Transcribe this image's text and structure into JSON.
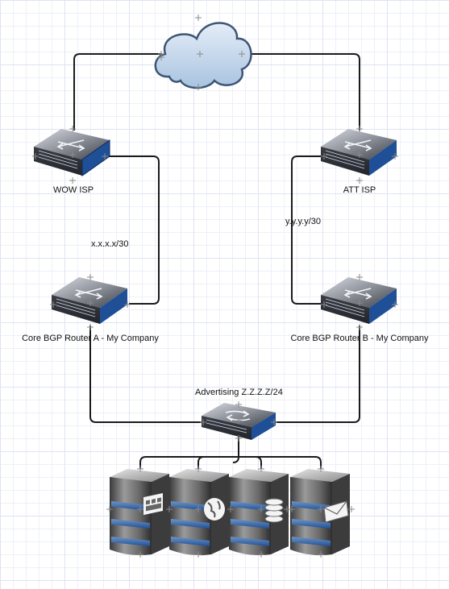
{
  "nodes": {
    "cloud": {
      "label": ""
    },
    "wow_isp": {
      "label": "WOW ISP"
    },
    "att_isp": {
      "label": "ATT ISP"
    },
    "core_a": {
      "label": "Core BGP Router A - My Company"
    },
    "core_b": {
      "label": "Core BGP Router B - My Company"
    },
    "switch": {
      "label": "Advertising Z.Z.Z.Z/24"
    },
    "servers": [
      {
        "icon": "server-web-icon"
      },
      {
        "icon": "server-globe-icon"
      },
      {
        "icon": "server-database-icon"
      },
      {
        "icon": "server-mail-icon"
      }
    ]
  },
  "links": {
    "wow_to_core_a": {
      "label": "x.x.x.x/30"
    },
    "att_to_core_b": {
      "label": "y.y.y.y/30"
    }
  },
  "colors": {
    "line": "#1a1a1a",
    "cloud_fill": "#c9dcf0",
    "cloud_stroke": "#3d5574",
    "router_body": "#4a4e57",
    "router_blue": "#1f4f96",
    "server_body": "#6a6a6a"
  }
}
